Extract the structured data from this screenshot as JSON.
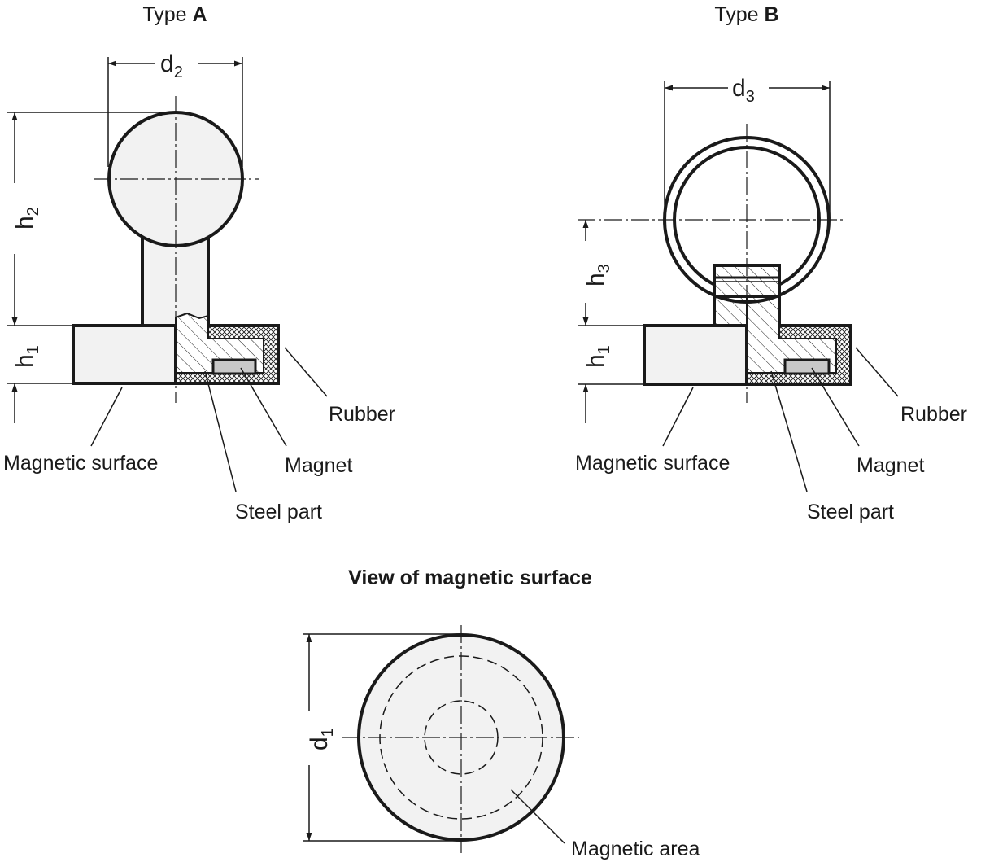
{
  "type_a": {
    "heading_prefix": "Type ",
    "heading_letter": "A",
    "labels": {
      "rubber": "Rubber",
      "magnet": "Magnet",
      "magnetic_surface": "Magnetic surface",
      "steel_part": "Steel part"
    },
    "dims": {
      "d2": {
        "main": "d",
        "sub": "2"
      },
      "h2": {
        "main": "h",
        "sub": "2"
      },
      "h1": {
        "main": "h",
        "sub": "1"
      }
    }
  },
  "type_b": {
    "heading_prefix": "Type ",
    "heading_letter": "B",
    "labels": {
      "rubber": "Rubber",
      "magnet": "Magnet",
      "magnetic_surface": "Magnetic surface",
      "steel_part": "Steel part"
    },
    "dims": {
      "d3": {
        "main": "d",
        "sub": "3"
      },
      "h3": {
        "main": "h",
        "sub": "3"
      },
      "h1": {
        "main": "h",
        "sub": "1"
      }
    }
  },
  "surface_view": {
    "heading": "View of magnetic surface",
    "label_magnetic_area": "Magnetic area",
    "dims": {
      "d1": {
        "main": "d",
        "sub": "1"
      }
    }
  },
  "colors": {
    "line": "#1a1a1a",
    "fill": "#f2f2f2",
    "magnet_fill": "#c8c8c8",
    "background": "#ffffff"
  }
}
